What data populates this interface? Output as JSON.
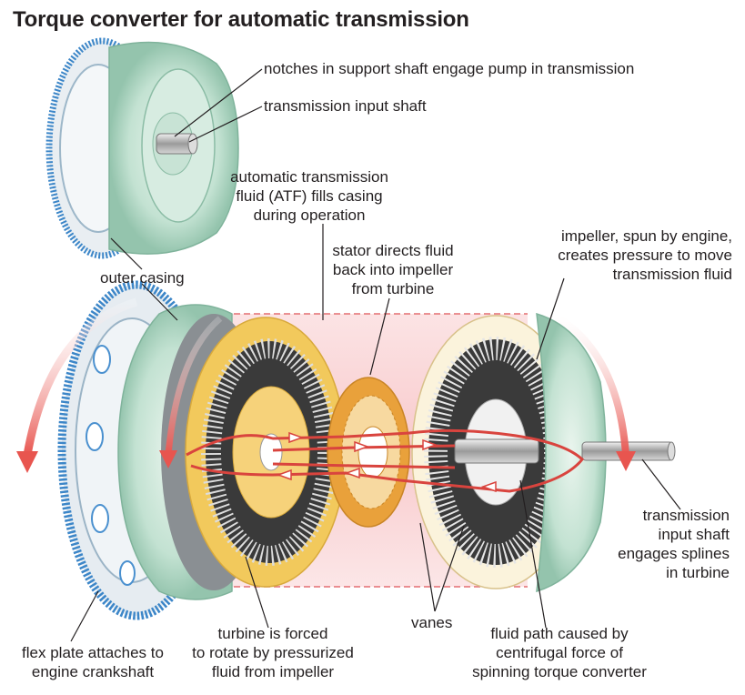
{
  "title": "Torque converter for automatic transmission",
  "labels": {
    "notches": "notches in support shaft engage pump in transmission",
    "input_shaft_top": "transmission input shaft",
    "atf": [
      "automatic transmission",
      "fluid (ATF) fills casing",
      "during operation"
    ],
    "stator": [
      "stator directs fluid",
      "back into impeller",
      "from turbine"
    ],
    "impeller": [
      "impeller, spun by engine,",
      "creates pressure to move",
      "transmission fluid"
    ],
    "outer_casing": "outer casing",
    "input_shaft_right": [
      "transmission",
      "input shaft",
      "engages splines",
      "in turbine"
    ],
    "flex_plate": [
      "flex plate attaches to",
      "engine crankshaft"
    ],
    "turbine": [
      "turbine is forced",
      "to rotate by pressurized",
      "fluid from impeller"
    ],
    "vanes": "vanes",
    "fluid_path": [
      "fluid path caused by",
      "centrifugal force of",
      "spinning torque converter"
    ]
  },
  "colors": {
    "casing_green": "#b9dccb",
    "flex_plate_blue": "#4a90cf",
    "fluid_pink": "#f7c4c7",
    "turbine_yellow": "#f0c85a",
    "stator_orange": "#e8a23a",
    "arrow_red": "#e8554f"
  }
}
